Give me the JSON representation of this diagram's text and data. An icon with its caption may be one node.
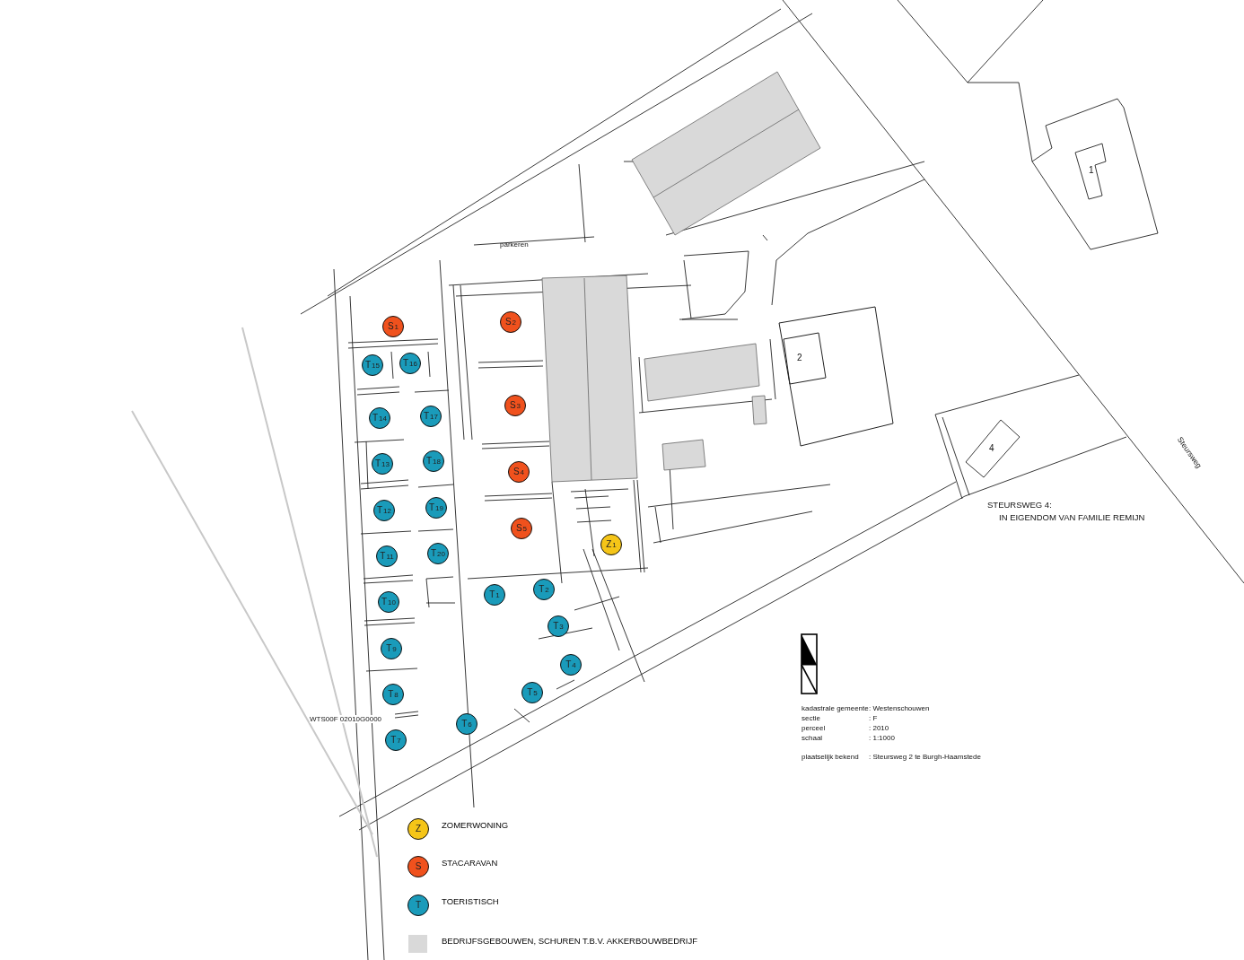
{
  "diagram": {
    "nodes": [
      {
        "text": [
          "S",
          "1"
        ]
      },
      {
        "text": [
          "S",
          "2"
        ]
      },
      {
        "text": [
          "T",
          "15"
        ]
      },
      {
        "text": [
          "T",
          "16"
        ]
      },
      {
        "text": [
          "S",
          "3"
        ]
      },
      {
        "text": [
          "T",
          "14"
        ]
      },
      {
        "text": [
          "T",
          "17"
        ]
      },
      {
        "text": [
          "T",
          "13"
        ]
      },
      {
        "text": [
          "T",
          "18"
        ]
      },
      {
        "text": [
          "S",
          "4"
        ]
      },
      {
        "text": [
          "T",
          "12"
        ]
      },
      {
        "text": [
          "T",
          "19"
        ]
      },
      {
        "text": [
          "S",
          "5"
        ]
      },
      {
        "text": [
          "Z",
          "1"
        ]
      },
      {
        "text": [
          "T",
          "11"
        ]
      },
      {
        "text": [
          "T",
          "20"
        ]
      },
      {
        "text": [
          "T",
          "2"
        ]
      },
      {
        "text": [
          "T",
          "1"
        ]
      },
      {
        "text": [
          "T",
          "10"
        ]
      },
      {
        "text": [
          "T",
          "3"
        ]
      },
      {
        "text": [
          "T",
          "9"
        ]
      },
      {
        "text": [
          "T",
          "4"
        ]
      },
      {
        "text": [
          "T",
          "5"
        ]
      },
      {
        "text": [
          "T",
          "8"
        ]
      },
      {
        "text": [
          "T",
          "6"
        ]
      },
      {
        "text": [
          "T",
          "7"
        ]
      },
      {
        "text": [
          "Z"
        ],
        "beside": [
          "ZOMERWONING"
        ]
      },
      {
        "text": [
          "S"
        ],
        "beside": [
          "STACARAVAN"
        ]
      },
      {
        "text": [
          "T"
        ],
        "beside": [
          "TOERISTISCH"
        ]
      }
    ],
    "labels": [
      "parkeren",
      "1",
      "2",
      "4",
      "Steursweg",
      "STEURSWEG 4:",
      "IN EIGENDOM VAN FAMILIE REMIJN",
      "WTS00F 02010G0000",
      "kadastrale gemeente",
      ": Westenschouwen",
      "sectie",
      ": F",
      "perceel",
      ": 2010",
      "schaal",
      ": 1:1000",
      "plaatselijk bekend",
      ": Steursweg 2 te Burgh-Haamstede"
    ],
    "legend": [
      {
        "text": "BEDRIJFSGEBOUWEN, SCHUREN T.B.V. AKKERBOUWBEDRIJF",
        "color": "#d9d9d9"
      }
    ]
  }
}
